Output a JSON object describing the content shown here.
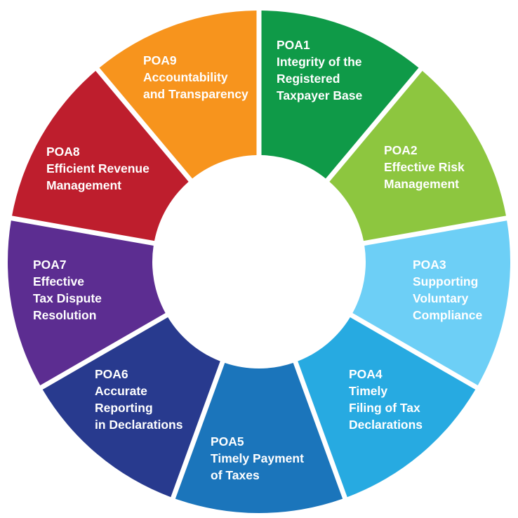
{
  "segments": [
    {
      "code": "POA1",
      "lines": [
        "Integrity of the",
        "Registered",
        "Taxpayer Base"
      ],
      "color": "#0f9a48"
    },
    {
      "code": "POA2",
      "lines": [
        "Effective Risk",
        "Management"
      ],
      "color": "#8dc63f"
    },
    {
      "code": "POA3",
      "lines": [
        "Supporting",
        "Voluntary",
        "Compliance"
      ],
      "color": "#6dcff6"
    },
    {
      "code": "POA4",
      "lines": [
        "Timely",
        "Filing of Tax",
        "Declarations"
      ],
      "color": "#27aae1"
    },
    {
      "code": "POA5",
      "lines": [
        "Timely Payment",
        "of Taxes"
      ],
      "color": "#1b75bb"
    },
    {
      "code": "POA6",
      "lines": [
        "Accurate",
        "Reporting",
        "in Declarations"
      ],
      "color": "#283a8e"
    },
    {
      "code": "POA7",
      "lines": [
        "Effective",
        "Tax Dispute",
        "Resolution"
      ],
      "color": "#5c2d91"
    },
    {
      "code": "POA8",
      "lines": [
        "Efficient Revenue",
        "Management"
      ],
      "color": "#be1e2d"
    },
    {
      "code": "POA9",
      "lines": [
        "Accountability",
        "and Transparency"
      ],
      "color": "#f7941d"
    }
  ]
}
